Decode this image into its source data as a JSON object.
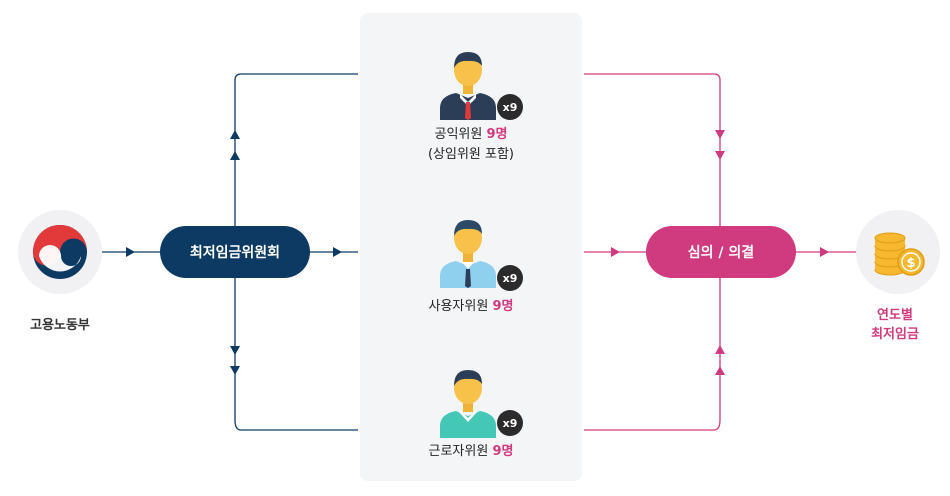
{
  "source": {
    "label": "고용노동부"
  },
  "commission": {
    "label": "최저임금위원회"
  },
  "members": [
    {
      "name": "공익위원",
      "count": "9명",
      "note": "(상임위원 포함)",
      "badge": "x9"
    },
    {
      "name": "사용자위원",
      "count": "9명",
      "note": "",
      "badge": "x9"
    },
    {
      "name": "근로자위원",
      "count": "9명",
      "note": "",
      "badge": "x9"
    }
  ],
  "deliberation": {
    "label": "심의 / 의결"
  },
  "result": {
    "line1": "연도별",
    "line2": "최저임금"
  },
  "colors": {
    "navy": "#0d3a63",
    "pink": "#d03a7e",
    "panel": "#f4f5f7"
  },
  "icons": {
    "source": "government-emblem-icon",
    "result": "coin-stack-icon"
  }
}
